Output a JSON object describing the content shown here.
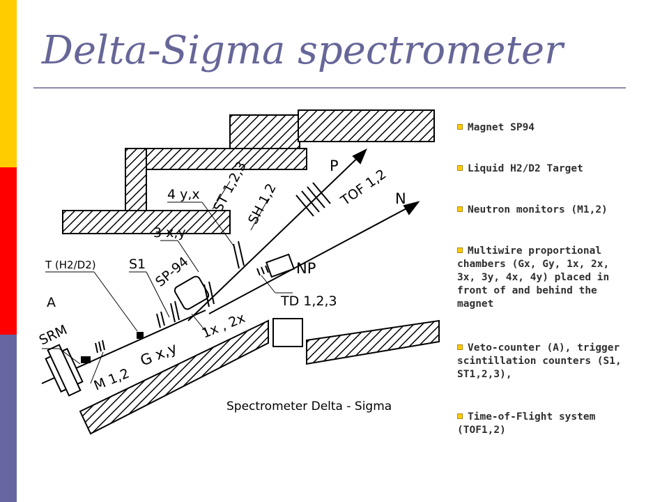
{
  "title": "Delta-Sigma spectrometer",
  "bullets": [
    "Magnet SP94",
    "Liquid H2/D2 Target",
    "Neutron monitors (M1,2)",
    "Multiwire proportional chambers (Gx, Gy, 1x, 2x, 3x, 3y, 4x, 4y) placed in front of and behind the magnet",
    "Veto-counter (A), trigger scintillation counters (S1, ST1,2,3),",
    "Time-of-Flight system (TOF1,2)"
  ],
  "diagram": {
    "caption": "Spectrometer Delta - Sigma",
    "labels": {
      "srm": "SRM",
      "a": "A",
      "target": "T (H2/D2)",
      "s1": "S1",
      "sp94": "SP-94",
      "c3xy": "3 x,y",
      "c4yx": "4 y,x",
      "st": "ST 1,2,3",
      "sh": "SH 1,2",
      "tof": "TOF 1,2",
      "p": "P",
      "n": "N",
      "np": "NP",
      "td": "TD 1,2,3",
      "c12x": "1x , 2x",
      "gxy": "G x,y",
      "m12": "M 1,2"
    }
  },
  "colors": {
    "bar_yellow": "#ffcc00",
    "bar_red": "#ff0000",
    "bar_blue": "#6666a3",
    "title": "#666699",
    "bullet_mark": "#ffcc00"
  }
}
